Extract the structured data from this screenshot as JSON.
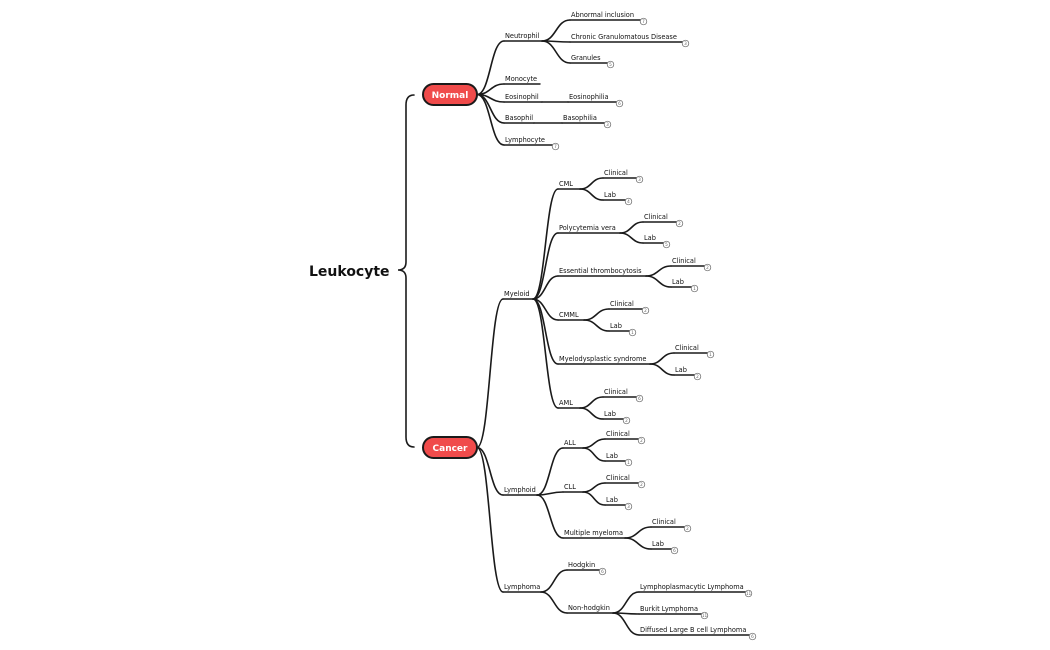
{
  "root": "Leukocyte",
  "branches": [
    {
      "id": "normal",
      "label": "Normal",
      "children": [
        {
          "id": "neutrophil",
          "label": "Neutrophil",
          "children": [
            {
              "id": "abnormal-inclusion",
              "label": "Abnormal inclusion",
              "badge": "7"
            },
            {
              "id": "chronic-granulomatous-disease",
              "label": "Chronic Granulomatous Disease",
              "badge": "3"
            },
            {
              "id": "granules",
              "label": "Granules",
              "badge": "5"
            }
          ]
        },
        {
          "id": "monocyte",
          "label": "Monocyte"
        },
        {
          "id": "eosinophil",
          "label": "Eosinophil",
          "children": [
            {
              "id": "eosinophilia",
              "label": "Eosinophilia",
              "badge": "6"
            }
          ]
        },
        {
          "id": "basophil",
          "label": "Basophil",
          "children": [
            {
              "id": "basophilia",
              "label": "Basophilia",
              "badge": "3"
            }
          ]
        },
        {
          "id": "lymphocyte",
          "label": "Lymphocyte",
          "badge": "7"
        }
      ]
    },
    {
      "id": "cancer",
      "label": "Cancer",
      "children": [
        {
          "id": "myeloid",
          "label": "Myeloid",
          "children": [
            {
              "id": "cml",
              "label": "CML",
              "children": [
                {
                  "id": "cml-clinical",
                  "label": "Clinical",
                  "badge": "3"
                },
                {
                  "id": "cml-lab",
                  "label": "Lab",
                  "badge": "4"
                }
              ]
            },
            {
              "id": "polycytemia-vera",
              "label": "Polycytemia vera",
              "children": [
                {
                  "id": "pv-clinical",
                  "label": "Clinical",
                  "badge": "2"
                },
                {
                  "id": "pv-lab",
                  "label": "Lab",
                  "badge": "5"
                }
              ]
            },
            {
              "id": "essential-thrombocytosis",
              "label": "Essential thrombocytosis",
              "children": [
                {
                  "id": "et-clinical",
                  "label": "Clinical",
                  "badge": "2"
                },
                {
                  "id": "et-lab",
                  "label": "Lab",
                  "badge": "1"
                }
              ]
            },
            {
              "id": "cmml",
              "label": "CMML",
              "children": [
                {
                  "id": "cmml-clinical",
                  "label": "Clinical",
                  "badge": "2"
                },
                {
                  "id": "cmml-lab",
                  "label": "Lab",
                  "badge": "1"
                }
              ]
            },
            {
              "id": "myelodysplastic-syndrome",
              "label": "Myelodysplastic syndrome",
              "children": [
                {
                  "id": "mds-clinical",
                  "label": "Clinical",
                  "badge": "1"
                },
                {
                  "id": "mds-lab",
                  "label": "Lab",
                  "badge": "2"
                }
              ]
            },
            {
              "id": "aml",
              "label": "AML",
              "children": [
                {
                  "id": "aml-clinical",
                  "label": "Clinical",
                  "badge": "6"
                },
                {
                  "id": "aml-lab",
                  "label": "Lab",
                  "badge": "2"
                }
              ]
            }
          ]
        },
        {
          "id": "lymphoid",
          "label": "Lymphoid",
          "children": [
            {
              "id": "all",
              "label": "ALL",
              "children": [
                {
                  "id": "all-clinical",
                  "label": "Clinical",
                  "badge": "2"
                },
                {
                  "id": "all-lab",
                  "label": "Lab",
                  "badge": "1"
                }
              ]
            },
            {
              "id": "cll",
              "label": "CLL",
              "children": [
                {
                  "id": "cll-clinical",
                  "label": "Clinical",
                  "badge": "2"
                },
                {
                  "id": "cll-lab",
                  "label": "Lab",
                  "badge": "3"
                }
              ]
            },
            {
              "id": "multiple-myeloma",
              "label": "Multiple myeloma",
              "children": [
                {
                  "id": "mm-clinical",
                  "label": "Clinical",
                  "badge": "2"
                },
                {
                  "id": "mm-lab",
                  "label": "Lab",
                  "badge": "6"
                }
              ]
            }
          ]
        },
        {
          "id": "lymphoma",
          "label": "Lymphoma",
          "children": [
            {
              "id": "hodgkin",
              "label": "Hodgkin",
              "badge": "6"
            },
            {
              "id": "non-hodgkin",
              "label": "Non-hodgkin",
              "children": [
                {
                  "id": "lymphoplasmacytic-lymphoma",
                  "label": "Lymphoplasmacytic Lymphoma",
                  "badge": "11"
                },
                {
                  "id": "burkit-lymphoma",
                  "label": "Burkit Lymphoma",
                  "badge": "11"
                },
                {
                  "id": "diffused-large-b-cell-lymphoma",
                  "label": "Diffused Large B cell Lymphoma",
                  "badge": "6"
                }
              ]
            }
          ]
        }
      ]
    }
  ]
}
